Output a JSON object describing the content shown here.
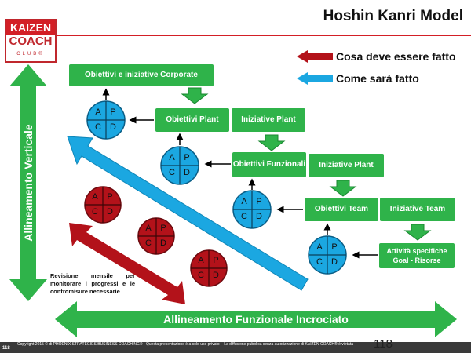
{
  "title": "Hoshin Kanri Model",
  "logo": {
    "line1": "KAIZEN",
    "line2": "COACH",
    "line3": "CLUB®"
  },
  "legend": {
    "red_label": "Cosa deve essere fatto",
    "blue_label": "Come sarà fatto"
  },
  "boxes": {
    "corporate": "Obiettivi e iniziative Corporate",
    "obiettivi_plant": "Obiettivi Plant",
    "iniziative_plant_1": "Iniziative Plant",
    "obiettivi_funzionali": "Obiettivi Funzionali",
    "iniziative_plant_2": "Iniziative Plant",
    "obiettivi_team": "Obiettivi Team",
    "iniziative_team": "Iniziative Team",
    "attivita": "Attività specifiche Goal - Risorse"
  },
  "pdca": {
    "p": "P",
    "a": "A",
    "c": "C",
    "d": "D"
  },
  "vertical_label": "Allineamento Verticale",
  "horizontal_label": "Allineamento Funzionale Incrociato",
  "note": "Revisione mensile per monitorare i progressi e le contromisure necessarie",
  "footer": {
    "copyright": "Copyright 2015 © di PHOENIX STRATEGIES BUSINESS COACHING® - Questa presentazione è a solo uso privato – La diffusione pubblica senza autorizzazione di KAIZEN COACH® è vietata",
    "page_small": "118",
    "page_big": "118"
  },
  "colors": {
    "green": "#2fb34a",
    "blue": "#1ba7e1",
    "red": "#b3121a",
    "logo_red": "#d31f26"
  }
}
